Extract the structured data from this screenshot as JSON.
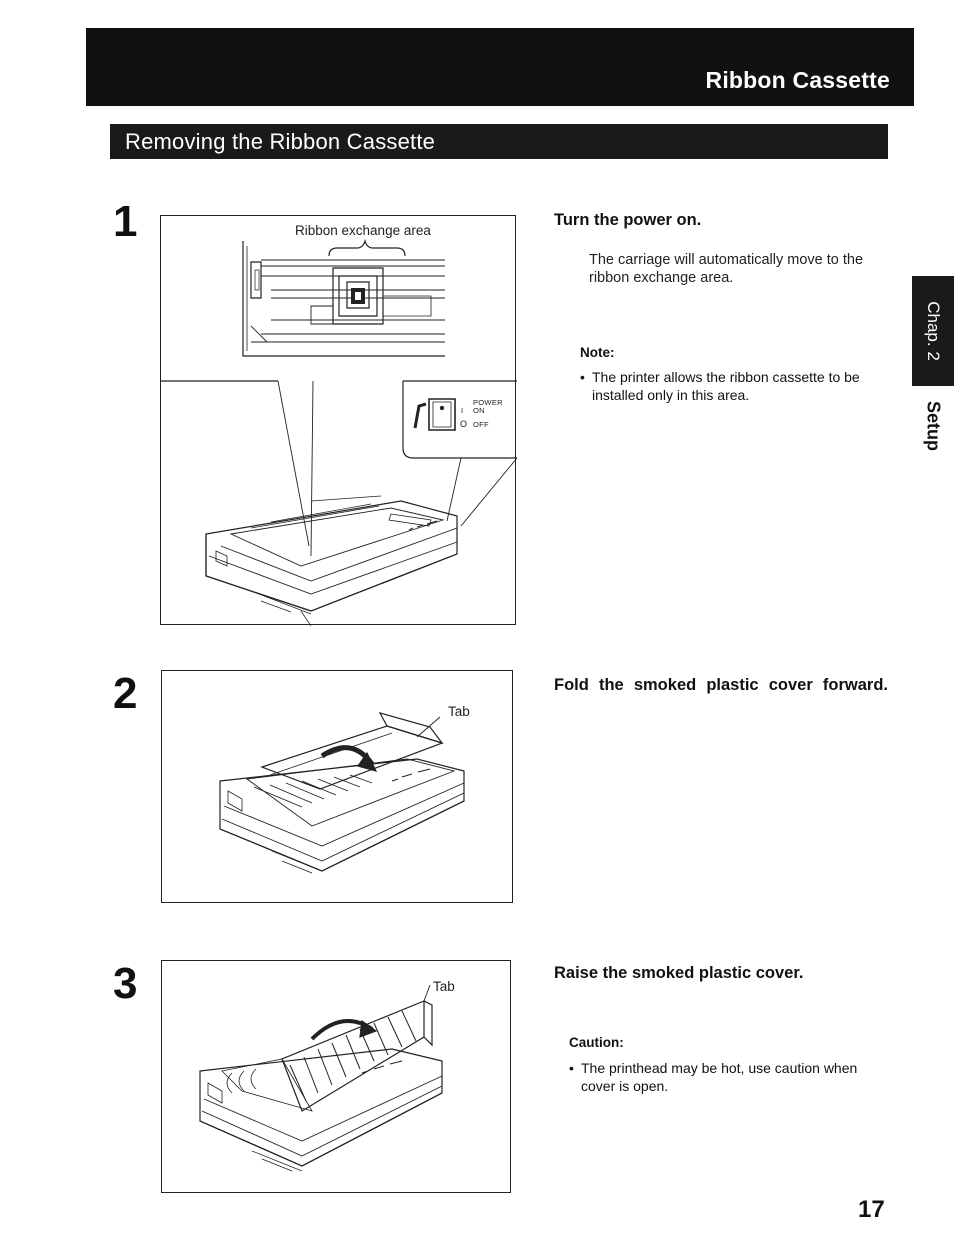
{
  "header": {
    "title": "Ribbon Cassette"
  },
  "section": {
    "title": "Removing the Ribbon Cassette"
  },
  "side_tab": {
    "chapter": "Chap. 2",
    "label": "Setup"
  },
  "steps": [
    {
      "number": "1",
      "instruction": "Turn the power on.",
      "body": "The carriage will automatically move to the ribbon exchange area.",
      "note_label": "Note:",
      "note_bullet": "The printer allows the ribbon cassette to be installed only in this area.",
      "figure_caption": "Ribbon exchange area",
      "power_label": "POWER",
      "on_label": "ON",
      "off_label": "OFF",
      "on_symbol": "I",
      "off_symbol": "O"
    },
    {
      "number": "2",
      "instruction": "Fold the smoked plastic cover forward.",
      "figure_label": "Tab"
    },
    {
      "number": "3",
      "instruction": "Raise the smoked plastic cover.",
      "caution_label": "Caution:",
      "caution_bullet": "The printhead may be hot, use caution when cover is open.",
      "figure_label": "Tab"
    }
  ],
  "page_number": "17"
}
